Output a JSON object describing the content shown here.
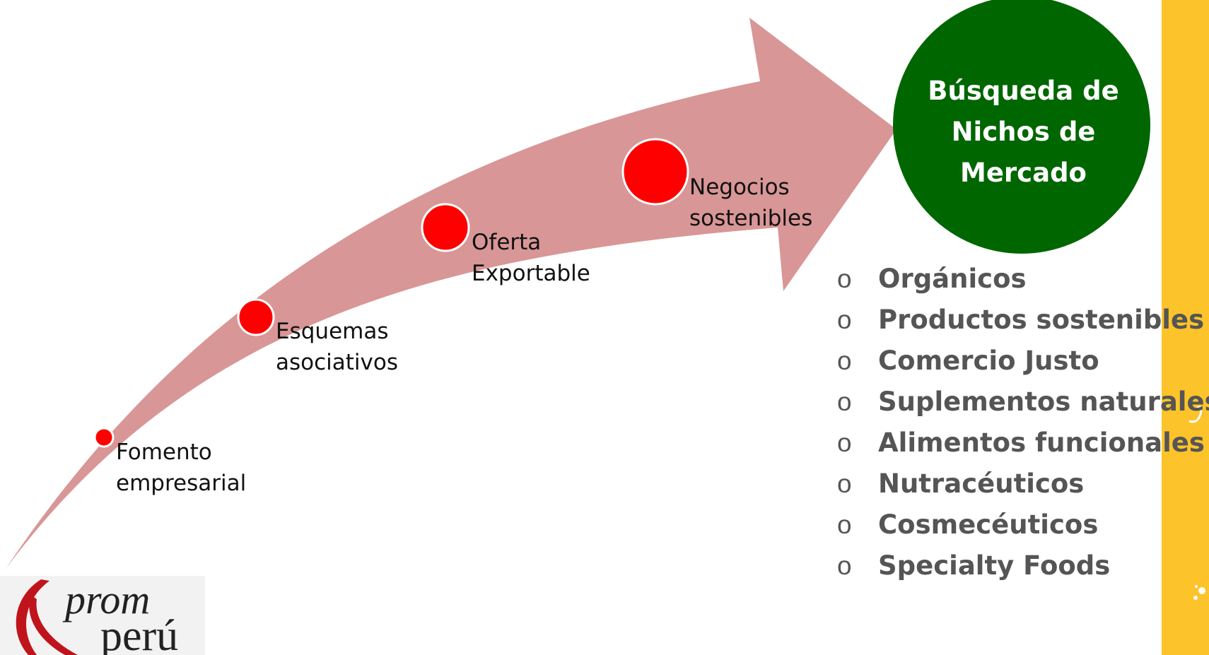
{
  "milestones": [
    {
      "line1": "Fomento",
      "line2": "empresarial"
    },
    {
      "line1": "Esquemas",
      "line2": "asociativos"
    },
    {
      "line1": "Oferta",
      "line2": "Exportable"
    },
    {
      "line1": "Negocios",
      "line2": "sostenibles"
    }
  ],
  "goal": {
    "line1": "Búsqueda de",
    "line2": "Nichos de",
    "line3": "Mercado"
  },
  "bullet_glyph": "o",
  "niches": [
    "Orgánicos",
    "Productos sostenibles",
    "Comercio Justo",
    "Suplementos naturales",
    "Alimentos funcionales",
    "Nutracéuticos",
    "Cosmecéuticos",
    "Specialty Foods"
  ],
  "logo": {
    "line1": "prom",
    "line2": "perú"
  },
  "colors": {
    "arrow": "#d99696",
    "dot": "#ff0000",
    "goal_circle": "#006600",
    "band": "#fcc32a",
    "list_text": "#555555",
    "logo_red": "#c0141c"
  }
}
